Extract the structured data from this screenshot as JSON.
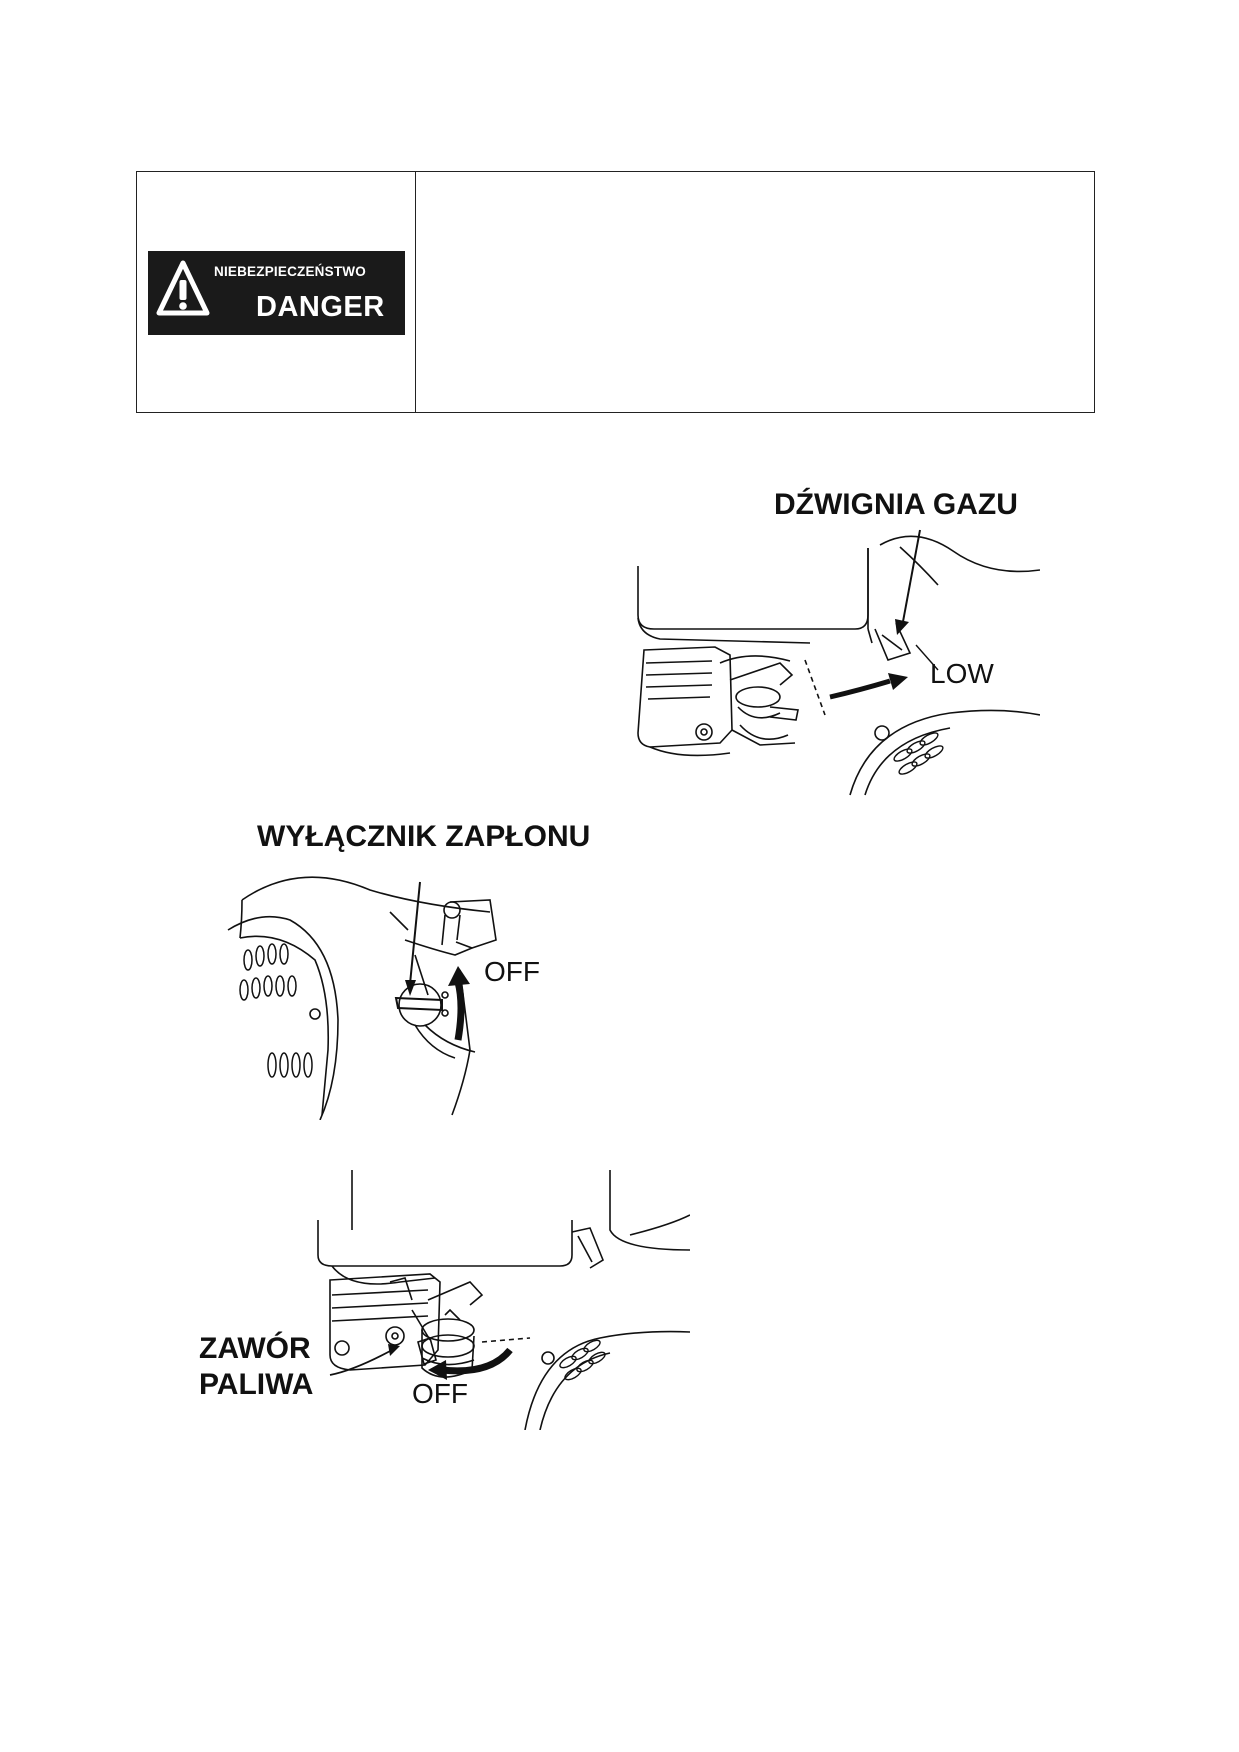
{
  "danger_box": {
    "label_pl": "NIEBEZPIECZEŃSTWO",
    "label_en": "DANGER",
    "icon": "warning-triangle-icon",
    "text": ""
  },
  "figures": {
    "throttle": {
      "title": "DŹWIGNIA GAZU",
      "position_label": "LOW"
    },
    "ignition": {
      "title": "WYŁĄCZNIK ZAPŁONU",
      "position_label": "OFF"
    },
    "fuel_valve": {
      "title_line1": "ZAWÓR",
      "title_line2": "PALIWA",
      "position_label": "OFF"
    }
  }
}
